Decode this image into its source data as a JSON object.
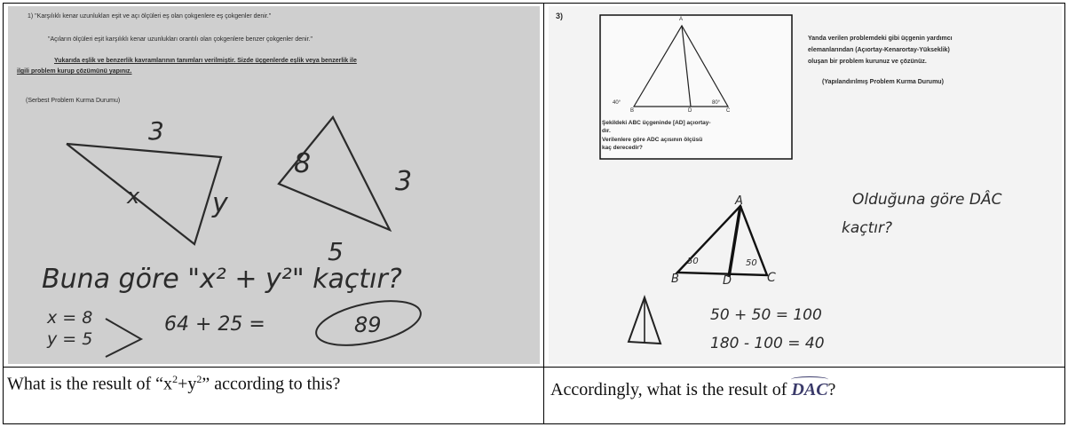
{
  "left": {
    "printed": {
      "line1": "1)  \"Karşılıklı kenar uzunlukları eşit ve açı ölçüleri eş olan çokgenlere eş çokgenler denir.\"",
      "line2": "\"Açıların ölçüleri eşit karşılıklı kenar uzunlukları orantılı olan çokgenlere benzer çokgenler denir.\"",
      "line3": "Yukarıda eşlik ve benzerlik kavramlarının tanımları verilmiştir. Sizde üçgenlerde eşlik veya benzerlik ile",
      "line4": "ilgili problem kurup çözümünü yapınız.",
      "line5": "(Serbest Problem Kurma Durumu)"
    },
    "handwriting": {
      "tri1_top": "3",
      "tri1_left": "x",
      "tri1_right": "y",
      "tri2_left": "8",
      "tri2_right": "3",
      "tri2_bottom": "5",
      "question": "Buna göre \"x² + y²\" kaçtır?",
      "sol_x": "x = 8",
      "sol_y": "y = 5",
      "calc": "64 + 25 =",
      "answer": "89"
    },
    "caption": {
      "pre": "What is the result of “x",
      "sup1": "2",
      "mid": "+y",
      "sup2": "2",
      "post": "” according to this?"
    }
  },
  "right": {
    "problem_number": "3)",
    "box": {
      "angle_left": "40°",
      "angle_right": "80°",
      "vertex_a": "A",
      "vertex_b": "B",
      "vertex_d": "D",
      "vertex_c": "C",
      "text1": "Şekildeki ABC üçgeninde [AD] açıortay-",
      "text2": "dır.",
      "text3": "Verilenlere göre ADC açısının ölçüsü",
      "text4": "kaç derecedir?"
    },
    "instruction": {
      "line1": "Yanda verilen problemdeki gibi üçgenin yardımcı",
      "line2": "elemanlarından  (Açıortay-Kenarortay-Yükseklik)",
      "line3": "oluşan bir problem kurunuz ve çözünüz.",
      "line4": "(Yapılandırılmış Problem Kurma Durumu)"
    },
    "handwriting": {
      "tri_a": "A",
      "tri_b": "B",
      "tri_d": "D",
      "tri_c": "C",
      "angle_b": "50",
      "angle_c": "50",
      "question_line1": "Olduğuna göre DÂC",
      "question_line2": "kaçtır?",
      "calc1": "50 + 50 = 100",
      "calc2": "180 - 100 = 40"
    },
    "caption": {
      "pre": "Accordingly, what is the result of ",
      "symbol": "DAC",
      "post": "?"
    }
  }
}
